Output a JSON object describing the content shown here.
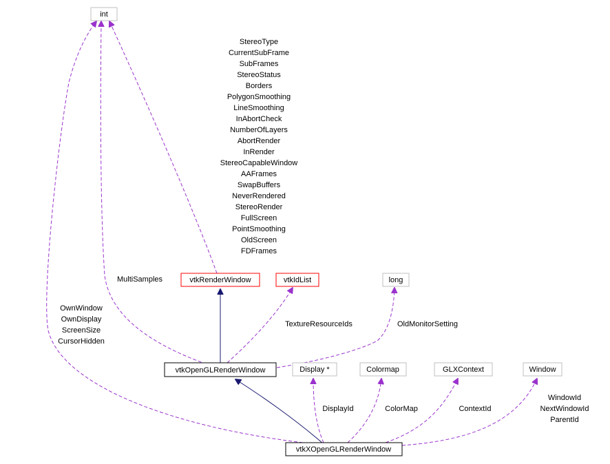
{
  "nodes": {
    "int": {
      "label": "int",
      "border": "#bfbfbf",
      "fill": "#ffffff",
      "text": "#000000"
    },
    "vtkRenderWindow": {
      "label": "vtkRenderWindow",
      "border": "#ff0000",
      "fill": "#ffffff",
      "text": "#000000"
    },
    "vtkIdList": {
      "label": "vtkIdList",
      "border": "#ff0000",
      "fill": "#ffffff",
      "text": "#000000"
    },
    "long": {
      "label": "long",
      "border": "#bfbfbf",
      "fill": "#ffffff",
      "text": "#000000"
    },
    "vtkOpenGLRenderWindow": {
      "label": "vtkOpenGLRenderWindow",
      "border": "#000000",
      "fill": "#ffffff",
      "text": "#000000"
    },
    "Display": {
      "label": "Display *",
      "border": "#bfbfbf",
      "fill": "#ffffff",
      "text": "#000000"
    },
    "Colormap": {
      "label": "Colormap",
      "border": "#bfbfbf",
      "fill": "#ffffff",
      "text": "#000000"
    },
    "GLXContext": {
      "label": "GLXContext",
      "border": "#bfbfbf",
      "fill": "#ffffff",
      "text": "#000000"
    },
    "Window": {
      "label": "Window",
      "border": "#bfbfbf",
      "fill": "#ffffff",
      "text": "#000000"
    },
    "vtkXOpenGLRenderWindow": {
      "label": "vtkXOpenGLRenderWindow",
      "border": "#000000",
      "fill": "#000000",
      "text": "#ffffff"
    }
  },
  "labels": {
    "renderwindow_members": [
      "StereoType",
      "CurrentSubFrame",
      "SubFrames",
      "StereoStatus",
      "Borders",
      "PolygonSmoothing",
      "LineSmoothing",
      "InAbortCheck",
      "NumberOfLayers",
      "AbortRender",
      "InRender",
      "StereoCapableWindow",
      "AAFrames",
      "SwapBuffers",
      "NeverRendered",
      "StereoRender",
      "FullScreen",
      "PointSmoothing",
      "OldScreen",
      "FDFrames"
    ],
    "multisamples": "MultiSamples",
    "xwindow_int_members": [
      "OwnWindow",
      "OwnDisplay",
      "ScreenSize",
      "CursorHidden"
    ],
    "texture_resource_ids": "TextureResourceIds",
    "old_monitor_setting": "OldMonitorSetting",
    "display_id": "DisplayId",
    "color_map": "ColorMap",
    "context_id": "ContextId",
    "window_members": [
      "WindowId",
      "NextWindowId",
      "ParentId"
    ]
  },
  "colors": {
    "inheritance": "#191970",
    "usage": "#9a32cd"
  }
}
